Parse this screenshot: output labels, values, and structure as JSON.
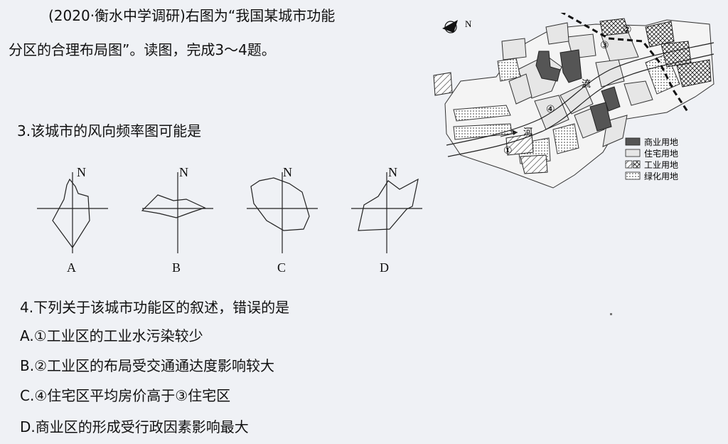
{
  "intro": {
    "line1": "(2020·衡水中学调研)右图为“我国某城市功能",
    "line2": "分区的合理布局图”。读图，完成3～4题。"
  },
  "question3": {
    "text": "3.该城市的风向频率图可能是",
    "north_label": "N",
    "options": [
      "A",
      "B",
      "C",
      "D"
    ]
  },
  "question4": {
    "text": "4.下列关于该城市功能区的叙述，错误的是",
    "options": [
      "A.①工业区的工业水污染较少",
      "B.②工业区的布局受交通通达度影响较大",
      "C.④住宅区平均房价高于③住宅区",
      "D.商业区的形成受行政因素影响最大"
    ]
  },
  "map": {
    "north_label": "N",
    "river_chars": [
      "河",
      "流"
    ],
    "zone_labels": [
      "①",
      "②",
      "③",
      "④"
    ],
    "legend": [
      "商业用地",
      "住宅用地",
      "工业用地",
      "绿化用地"
    ]
  }
}
